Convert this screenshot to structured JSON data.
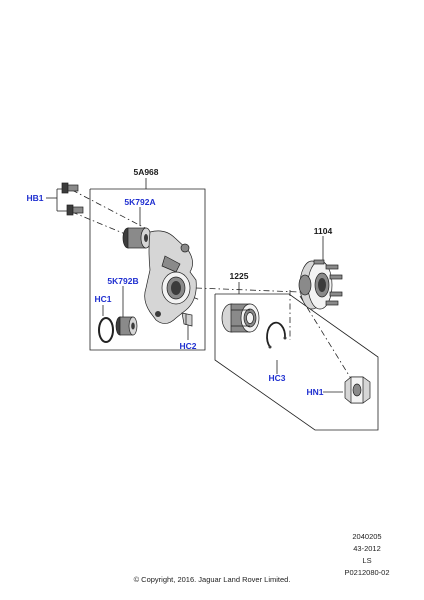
{
  "labels": {
    "p5A968": "5A968",
    "p5K792A": "5K792A",
    "p5K792B": "5K792B",
    "p1225": "1225",
    "p1104": "1104",
    "hb1": "HB1",
    "hc1": "HC1",
    "hc2": "HC2",
    "hc3": "HC3",
    "hn1": "HN1"
  },
  "reference": {
    "line1": "2040205",
    "line2": "43-2012",
    "line3": "LS",
    "line4": "P0212080-02"
  },
  "copyright": "© Copyright, 2016. Jaguar Land Rover Limited.",
  "colors": {
    "hotspot_link": "#1f2fd0",
    "line": "#222222",
    "background": "#ffffff"
  }
}
